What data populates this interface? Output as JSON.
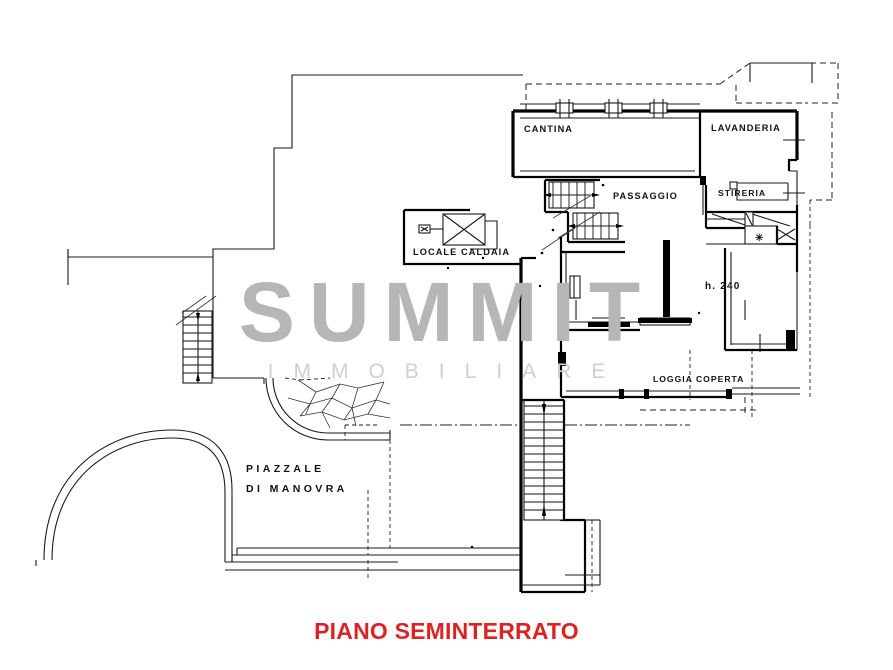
{
  "document": {
    "type": "architectural-floor-plan",
    "caption": "PIANO SEMINTERRATO",
    "caption_color": "#dc2222",
    "background_color": "#ffffff",
    "line_color": "#000000"
  },
  "watermark": {
    "main": "SUMMIT",
    "sub": "IMMOBILIARE",
    "main_color": "#b6b6b6",
    "sub_color": "#cfcfcf"
  },
  "rooms": [
    {
      "id": "cantina",
      "label": "CANTINA"
    },
    {
      "id": "lavanderia",
      "label": "LAVANDERIA"
    },
    {
      "id": "passaggio",
      "label": "PASSAGGIO"
    },
    {
      "id": "stireria",
      "label": "STIRERIA"
    },
    {
      "id": "locale-caldaia",
      "label": "LOCALE CALDAIA"
    },
    {
      "id": "loggia-coperta",
      "label": "LOGGIA COPERTA"
    }
  ],
  "annotations": {
    "height_note": "h. 240",
    "piazzale_line1": "PIAZZALE",
    "piazzale_line2": "DI MANOVRA"
  },
  "symbols": {
    "boiler": "crossed-box-boiler",
    "drain": "asterisk-drain",
    "stairs_main": "staircase-hatched",
    "stairs_left": "staircase-hatched",
    "stairs_upper": "staircase-hatched",
    "paving": "stone-paving-arc"
  }
}
